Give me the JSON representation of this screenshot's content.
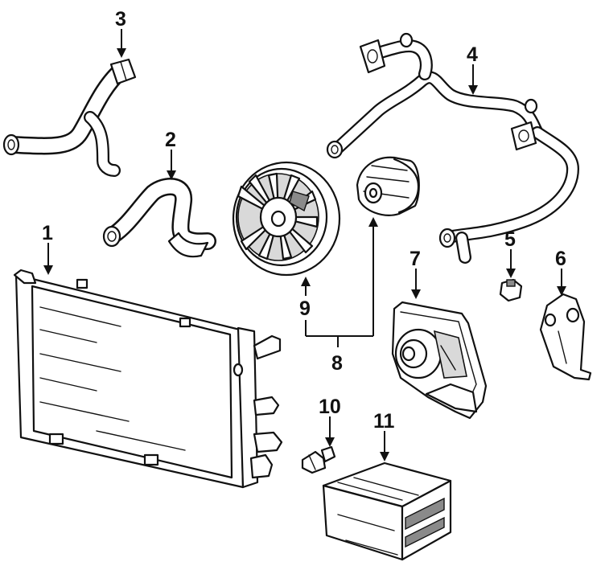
{
  "callouts": [
    {
      "id": "radiator",
      "number": "1"
    },
    {
      "id": "lower-hose",
      "number": "2"
    },
    {
      "id": "upper-hose",
      "number": "3"
    },
    {
      "id": "coolant-pipe",
      "number": "4"
    },
    {
      "id": "temp-sensor",
      "number": "5"
    },
    {
      "id": "bracket",
      "number": "6"
    },
    {
      "id": "water-pump",
      "number": "7"
    },
    {
      "id": "fan-assembly",
      "number": "8"
    },
    {
      "id": "fan-blade",
      "number": "9"
    },
    {
      "id": "fan-switch",
      "number": "10"
    },
    {
      "id": "control-module",
      "number": "11"
    }
  ]
}
